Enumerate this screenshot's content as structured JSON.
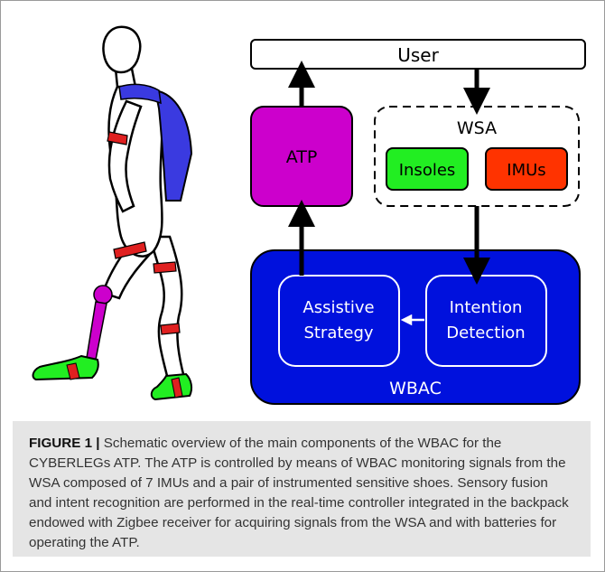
{
  "diagram": {
    "user_label": "User",
    "atp_label": "ATP",
    "wsa_label": "WSA",
    "insoles_label": "Insoles",
    "imus_label": "IMUs",
    "assistive_line1": "Assistive",
    "assistive_line2": "Strategy",
    "intention_line1": "Intention",
    "intention_line2": "Detection",
    "wbac_label": "WBAC",
    "colors": {
      "atp_fill": "#cc00cc",
      "insoles_fill": "#22ee22",
      "imus_fill": "#ff3300",
      "wbac_fill": "#0011dd",
      "backpack": "#3a3ae0",
      "straps": "#e02020",
      "prosthesis": "#cc00cc",
      "shoes": "#22ee22"
    }
  },
  "caption": {
    "label": "FIGURE 1 |",
    "text": " Schematic overview of the main components of the WBAC for the CYBERLEGs ATP. The ATP is controlled by means of WBAC monitoring signals from the WSA composed of 7 IMUs and a pair of instrumented sensitive shoes. Sensory fusion and intent recognition are performed in the real-time controller integrated in the backpack endowed with Zigbee receiver for acquiring signals from the WSA and with batteries for operating the ATP."
  }
}
